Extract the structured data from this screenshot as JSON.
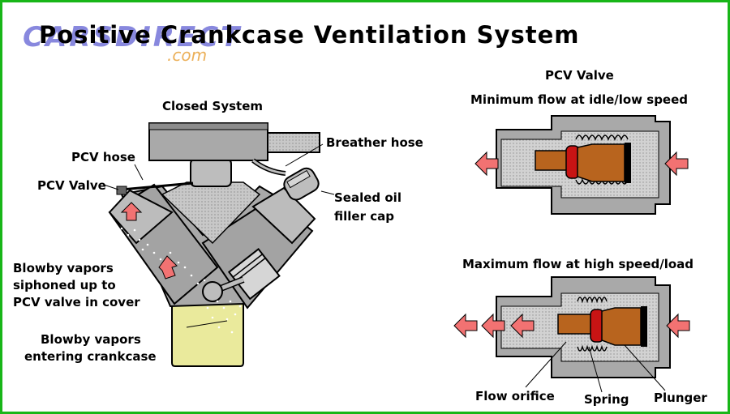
{
  "title": "Positive Crankcase Ventilation System",
  "logo": {
    "main": "CARSDIRECT",
    "suffix": ".com"
  },
  "engine": {
    "caption": "Closed System",
    "labels": {
      "pcv_hose": "PCV hose",
      "pcv_valve": "PCV Valve",
      "breather_hose": "Breather hose",
      "sealed_cap_line1": "Sealed oil",
      "sealed_cap_line2": "filler cap",
      "blowby_siphoned_line1": "Blowby vapors",
      "blowby_siphoned_line2": "siphoned up to",
      "blowby_siphoned_line3": "PCV valve in cover",
      "blowby_entering_line1": "Blowby vapors",
      "blowby_entering_line2": "entering crankcase"
    }
  },
  "valve_panel": {
    "heading": "PCV Valve",
    "min_caption": "Minimum flow at idle/low speed",
    "max_caption": "Maximum flow at high speed/load",
    "labels": {
      "flow_orifice": "Flow orifice",
      "spring": "Spring",
      "plunger": "Plunger"
    }
  },
  "colors": {
    "border": "#18b618",
    "engine_gray": "#a9a9a9",
    "crankcase_yellow": "#eaea9c",
    "plunger_brown": "#b8641e",
    "valve_red": "#c81414",
    "arrow_pink": "#f27272"
  }
}
